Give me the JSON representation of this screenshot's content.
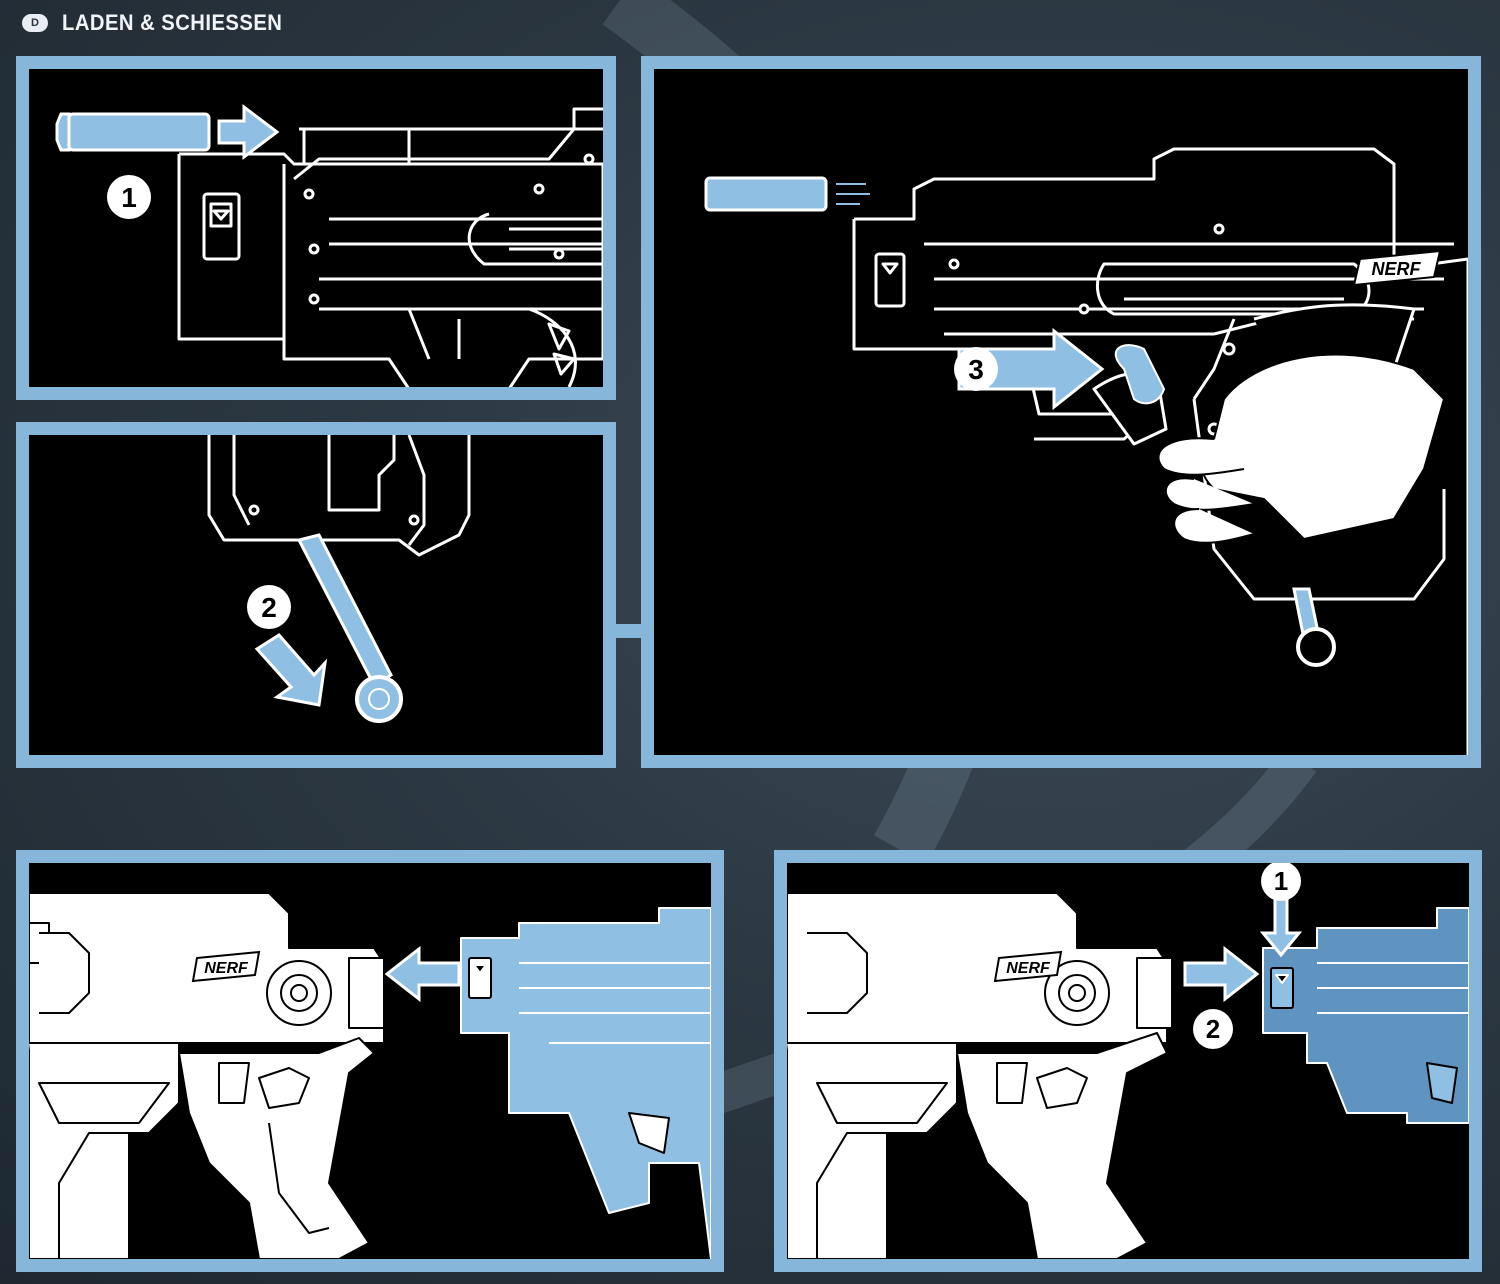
{
  "header": {
    "language_badge": "D",
    "title": "LADEN & SCHIESSEN"
  },
  "colors": {
    "frame": "#86b7db",
    "accent_blue": "#8fbfe3",
    "panel_bg": "#000000",
    "line_art": "#ffffff"
  },
  "panels": [
    {
      "id": "load-dart",
      "step_labels": [
        "1"
      ]
    },
    {
      "id": "prime-handle",
      "step_labels": [
        "2"
      ]
    },
    {
      "id": "fire-trigger",
      "step_labels": [
        "3"
      ],
      "logo": "NERF"
    },
    {
      "id": "attach-module",
      "logo": "NERF"
    },
    {
      "id": "detach-module",
      "step_labels": [
        "1",
        "2"
      ],
      "logo": "NERF"
    }
  ]
}
